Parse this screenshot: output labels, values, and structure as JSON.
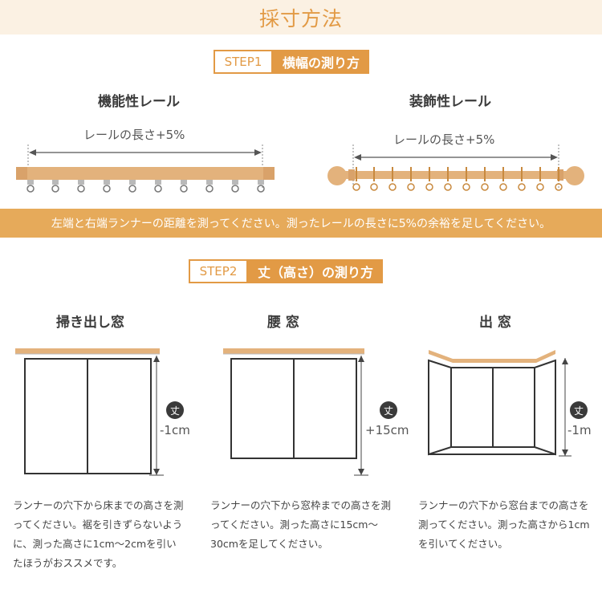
{
  "header": {
    "title": "採寸方法"
  },
  "step1": {
    "number": "STEP1",
    "title": "横幅の測り方",
    "left_label": "機能性レール",
    "right_label": "装飾性レール",
    "measure_left": "レールの長さ+5%",
    "measure_right": "レールの長さ+5%",
    "note": "左端と右端ランナーの距離を測ってください。測ったレールの長さに5%の余裕を足してください。"
  },
  "step2": {
    "number": "STEP2",
    "title": "丈（高さ）の測り方",
    "windows": [
      {
        "name": "掃き出し窓",
        "badge": "丈",
        "adjust": "-1cm",
        "description": "ランナーの穴下から床までの高さを測ってください。裾を引きずらないように、測った高さに1cm〜2cmを引いたほうがおススメです。"
      },
      {
        "name": "腰 窓",
        "badge": "丈",
        "adjust": "+15cm",
        "description": "ランナーの穴下から窓枠までの高さを測ってください。測った高さに15cm〜30cmを足してください。"
      },
      {
        "name": "出 窓",
        "badge": "丈",
        "adjust": "-1m",
        "description": "ランナーの穴下から窓台までの高さを測ってください。測った高さから1cmを引いてください。"
      }
    ]
  },
  "colors": {
    "accent": "#e29a45",
    "rail": "#e3b27c",
    "band": "#e6aa5a",
    "header_bg": "#fbf1e3"
  }
}
